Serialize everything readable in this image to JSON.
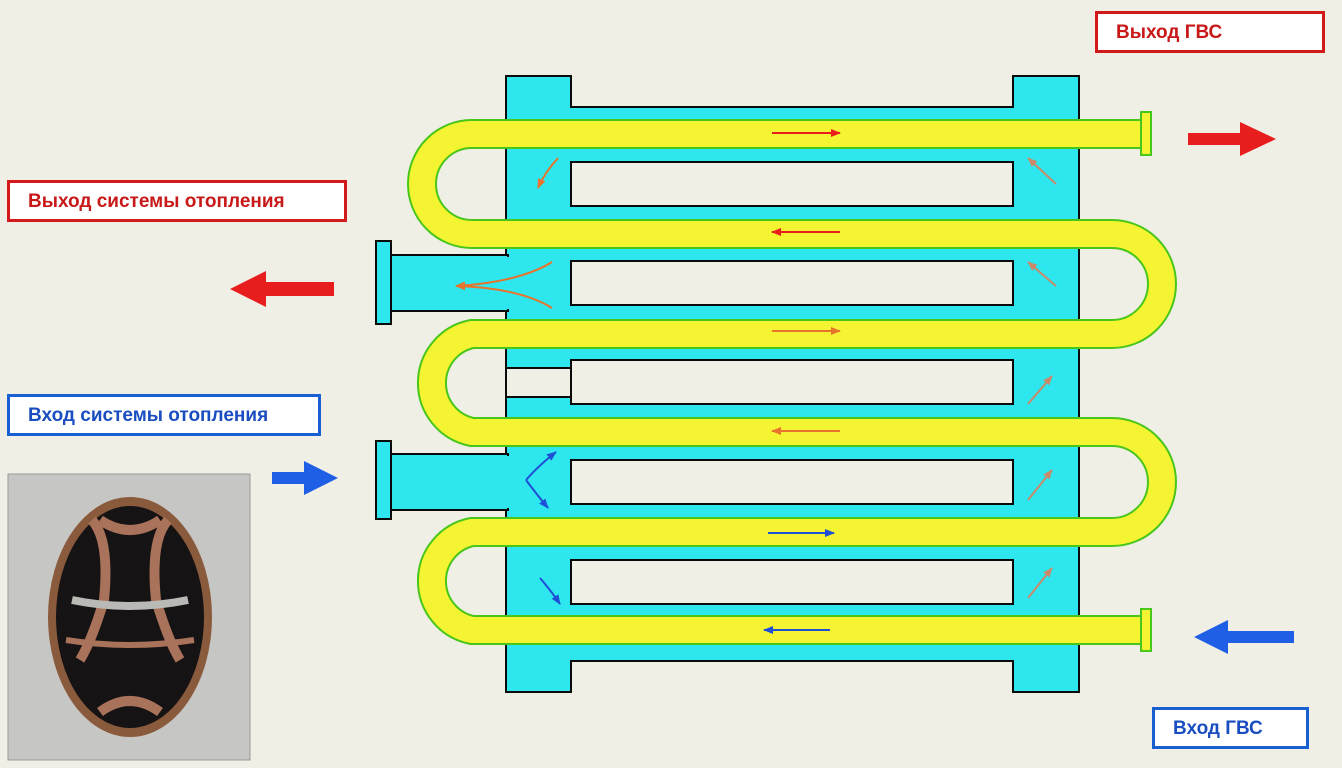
{
  "labels": {
    "dhw_out": "Выход ГВС",
    "heating_out": "Выход  системы отопления",
    "heating_in": "Вход системы отопления",
    "dhw_in": "Вход ГВС"
  },
  "colors": {
    "background": "#f0efe6",
    "shell_fill": "#2ee6ee",
    "coil_fill": "#f4f432",
    "coil_outline": "#49c61a",
    "hot_arrow": "#e81d1d",
    "cold_arrow": "#1f5fe6",
    "label_red": "#d21a1a",
    "label_blue": "#1a5fd2"
  },
  "icons": {
    "hot_water_out_arrow": "arrow-right-icon",
    "heating_out_arrow": "arrow-left-icon",
    "heating_in_arrow": "arrow-right-icon",
    "cold_water_in_arrow": "arrow-left-icon"
  }
}
